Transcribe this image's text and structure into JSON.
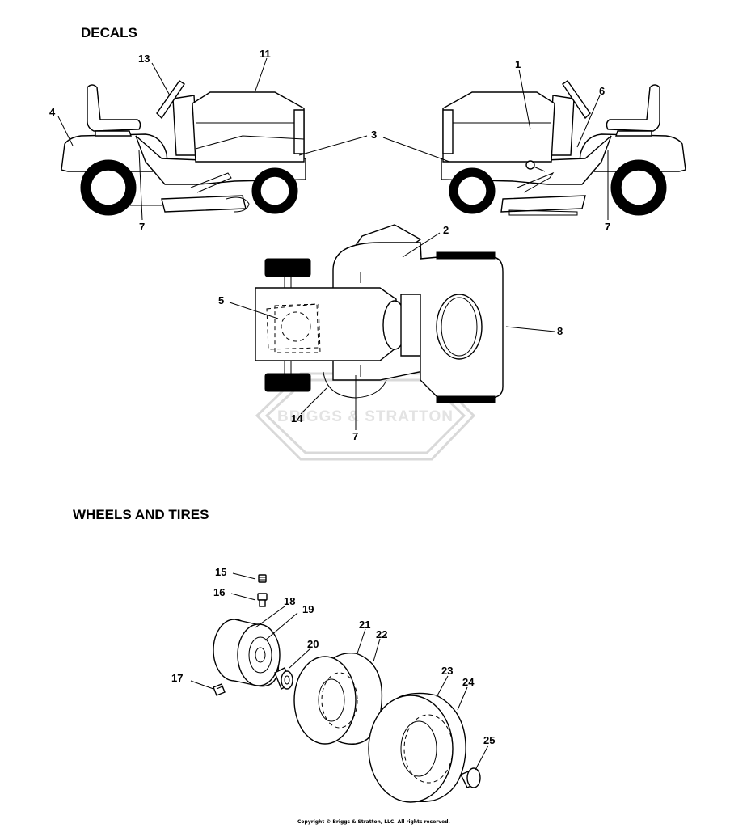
{
  "sections": {
    "decals_title": "DECALS",
    "wheels_title": "WHEELS AND TIRES"
  },
  "watermark": "BRIGGS & STRATTON",
  "callouts": {
    "c1": "1",
    "c2": "2",
    "c3": "3",
    "c4": "4",
    "c5": "5",
    "c6": "6",
    "c7a": "7",
    "c7b": "7",
    "c7c": "7",
    "c8": "8",
    "c11": "11",
    "c13": "13",
    "c14": "14",
    "c15": "15",
    "c16": "16",
    "c17": "17",
    "c18": "18",
    "c19": "19",
    "c20": "20",
    "c21": "21",
    "c22": "22",
    "c23": "23",
    "c24": "24",
    "c25": "25"
  },
  "copyright": "Copyright © Briggs & Stratton, LLC. All rights reserved."
}
